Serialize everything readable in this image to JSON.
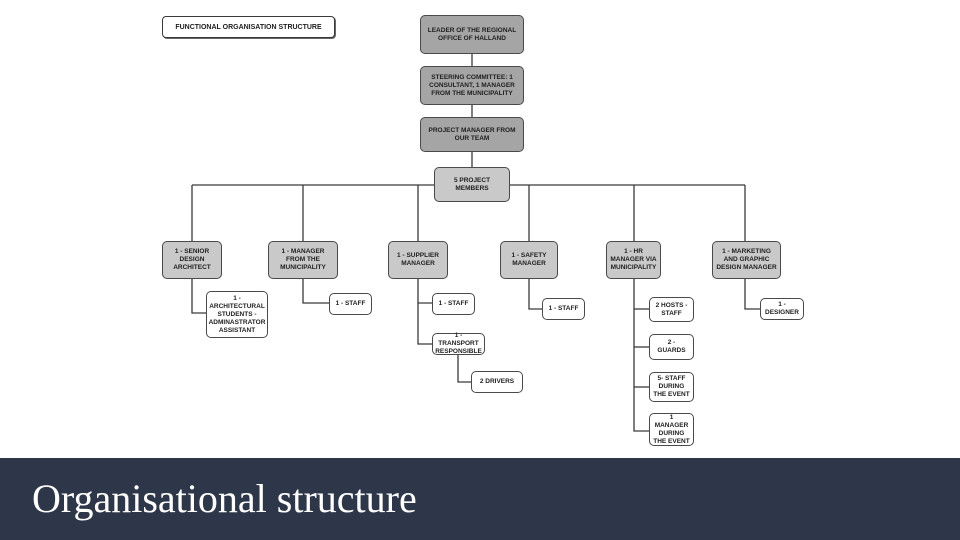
{
  "diagram": {
    "title": "FUNCTIONAL ORGANISATION STRUCTURE",
    "leader": "LEADER OF THE REGIONAL OFFICE OF HALLAND",
    "steering": "STEERING COMMITTEE: 1 CONSULTANT, 1 MANAGER FROM THE MUNICIPALITY",
    "project_manager": "PROJECT MANAGER FROM OUR TEAM",
    "project_members": "5 PROJECT MEMBERS",
    "roles": [
      "1 - SENIOR DESIGN ARCHITECT",
      "1 - MANAGER FROM THE MUNICIPALITY",
      "1 - SUPPLIER MANAGER",
      "1 - SAFETY MANAGER",
      "1 - HR MANAGER via MUNICIPALITY",
      "1 - MARKETING AND GRAPHIC DESIGN MANAGER"
    ],
    "architect_staff": "1 - ARCHITECTURAL STUDENTS - ADMINASTRATOR ASSISTANT",
    "municipality_staff": "1 - STAFF",
    "supplier_staff": "1 - STAFF",
    "transport": "1 - TRANSPORT RESPONSIBLE",
    "drivers": "2 DRIVERS",
    "safety_staff": "1 - STAFF",
    "hr_staff": [
      "2 HOSTS - STAFF",
      "2 - GUARDS",
      "5- STAFF DURING THE EVENT",
      "1 MANAGER DURING THE EVENT"
    ],
    "designer": "1 - DESIGNER"
  },
  "footer": {
    "title": "Organisational structure"
  }
}
